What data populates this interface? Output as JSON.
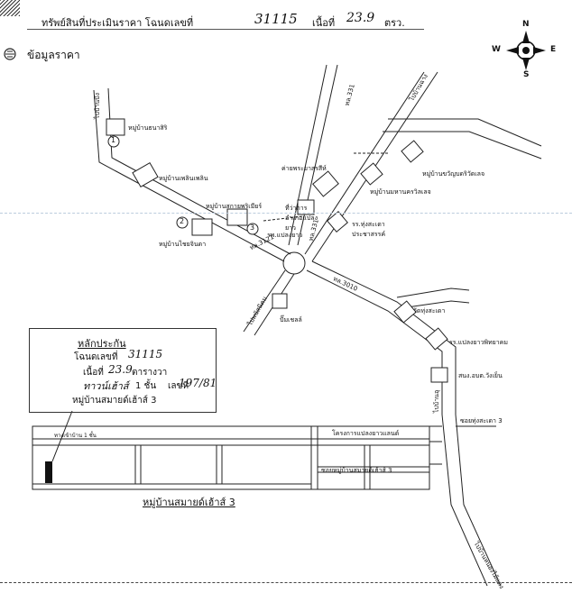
{
  "header": {
    "title": "ทรัพย์สินที่ประเมินราคา โฉนดเลขที่",
    "deed_no": "31115",
    "area_label": "เนื้อที่",
    "area_value": "23.9",
    "area_unit": "ตรว."
  },
  "section": {
    "title": "ข้อมูลราคา"
  },
  "compass": {
    "n": "N",
    "s": "S",
    "e": "E",
    "w": "W"
  },
  "roads": {
    "r331_a": "ทล.331",
    "r331_b": "ทล.331",
    "r3121": "ทล.3121",
    "r3010": "ทล.3010",
    "to_bang_lamung": "ไปบ้านบึง",
    "to_ban_chang": "ไปบ้านฉาง",
    "to_phanthong": "ไปพนัสนิคม",
    "r3_ban_ur": "ไปบ้านอุ",
    "soi_thung_sakao": "ซอยทุ่งสะเดา 3",
    "to_ban_khai": "ไปบ้านหนองไม้แดง",
    "bottom_label": "ซอยหมู่บ้านสมายด์เฮ้าส์ 3"
  },
  "places": {
    "p1": "หมู่บ้านธนาสิริ",
    "p2": "หมู่บ้านเพลินเพลิน",
    "p3": "หมู่บ้านสกายพริเมียร์",
    "p4": "หมู่บ้านไชยจินดา",
    "p5": "ค่ายพระยาสุรสีห์",
    "p6": "หมู่บ้านมหานครวิลเลจ",
    "p7": "หมู่บ้านขวัญบดริวัดเลจ",
    "p8": "ที่ว่าการอำเภอแปลงยาว",
    "p9": "รพ.แปลงยาว",
    "p10": "รร.ทุ่งสะเดาประชาสรรค์",
    "p11": "วัดทุ่งสะเดา",
    "p12": "ปั๊มเชลล์",
    "p13": "รร.แปลงยาวพิทยาคม",
    "p14": "สนง.อบต.วังเย็น",
    "p15": "โครงการแปลงยาวแลนด์",
    "p16": "ทางเข้าบ้าน 1 ชั้น"
  },
  "markers": [
    "1",
    "2",
    "3"
  ],
  "legend_box": {
    "title": "หลักประกัน",
    "deed_label": "โฉนดเลขที่",
    "deed_value": "31115",
    "area_label": "เนื้อที่",
    "area_value": "23.9",
    "area_unit": "ตารางวา",
    "house_label": "ทาวน์เฮ้าส์",
    "floors": "1 ชั้น",
    "house_no_label": "เลขที่",
    "house_no_value": "197/81",
    "village": "หมู่บ้านสมายด์เฮ้าส์ 3"
  },
  "bottom": {
    "village_label": "หมู่บ้านสมายด์เฮ้าส์ 3"
  }
}
